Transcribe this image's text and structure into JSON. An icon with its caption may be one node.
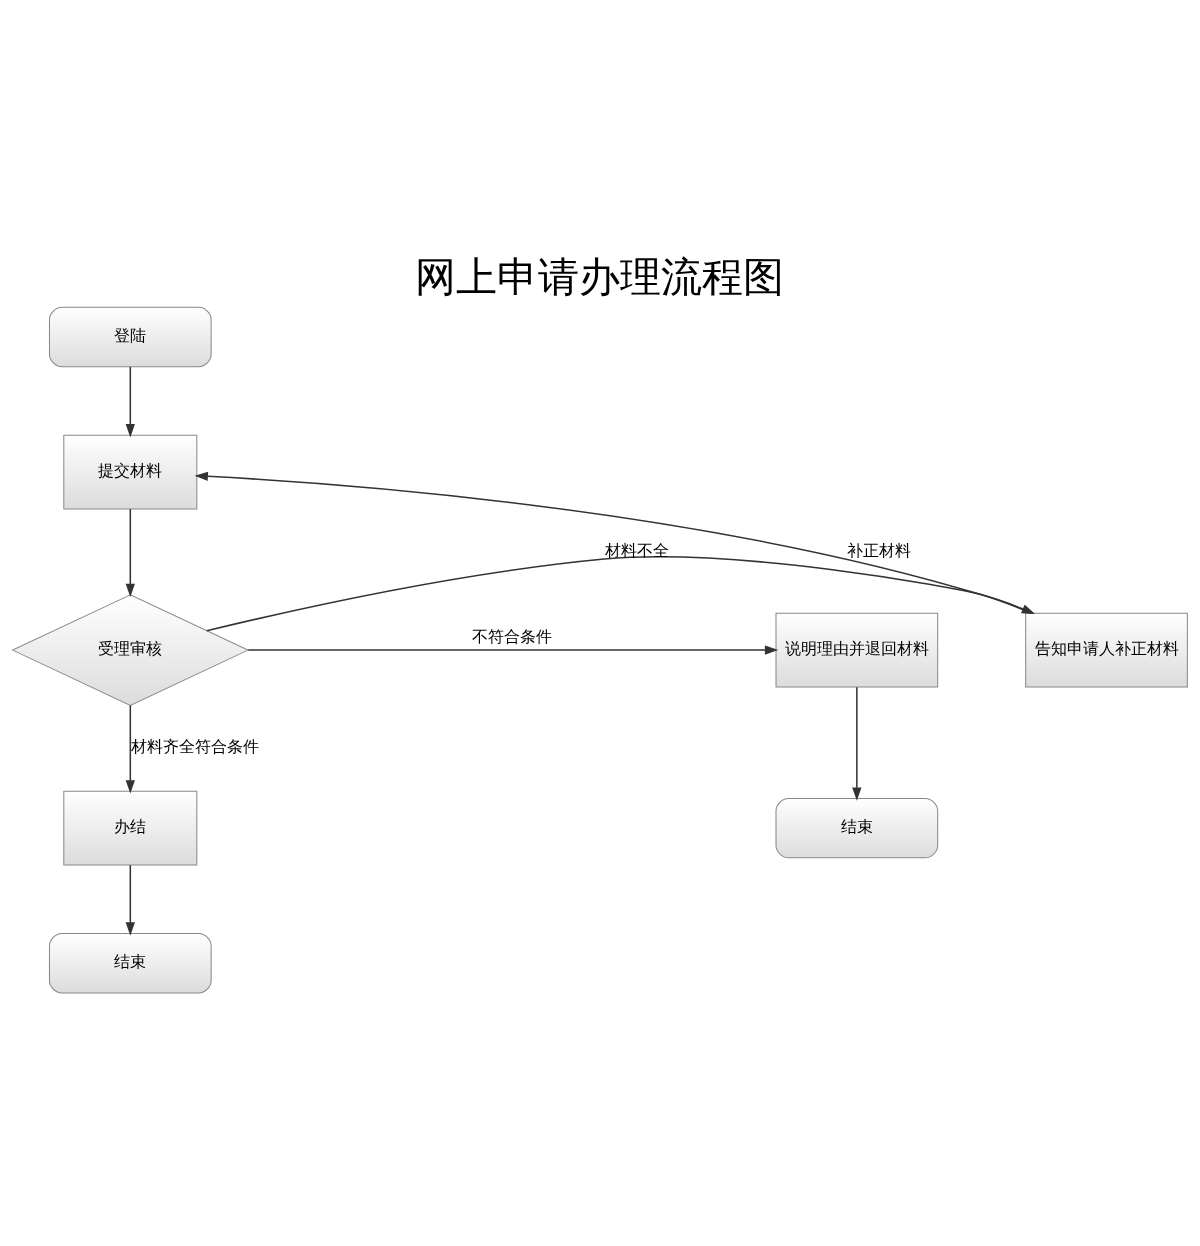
{
  "diagram": {
    "title": "网上申请办理流程图",
    "nodes": [
      {
        "text": [
          "登陆"
        ]
      },
      {
        "text": [
          "提交材料"
        ]
      },
      {
        "text": [
          "告知申请人补正材料"
        ]
      },
      {
        "text": [
          "受理审核"
        ]
      },
      {
        "text": [
          "说明理由并退回材料"
        ]
      },
      {
        "text": [
          "办结"
        ]
      },
      {
        "text": [
          "结束"
        ]
      },
      {
        "text": [
          "结束"
        ]
      }
    ],
    "edges": [
      {
        "from": 0,
        "to": 1,
        "arrow": "to"
      },
      {
        "from": 1,
        "to": 3,
        "arrow": "to"
      },
      {
        "from": 3,
        "to": 2,
        "arrow": "to",
        "label": "材料不全"
      },
      {
        "from": 2,
        "to": 1,
        "arrow": "to",
        "label": "补正材料"
      },
      {
        "from": 3,
        "to": 4,
        "arrow": "to",
        "label": "不符合条件"
      },
      {
        "from": 4,
        "to": 6,
        "arrow": "to"
      },
      {
        "from": 3,
        "to": 5,
        "arrow": "to",
        "label": "材料齐全符合条件"
      },
      {
        "from": 5,
        "to": 7,
        "arrow": "to"
      }
    ]
  }
}
